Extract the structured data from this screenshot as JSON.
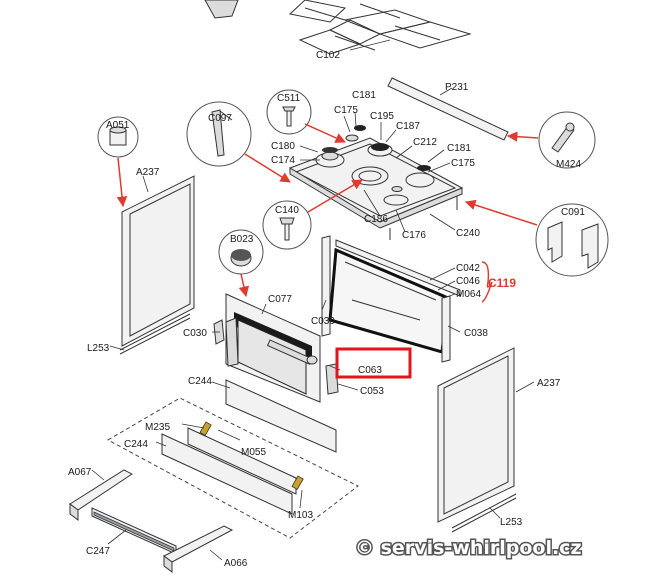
{
  "labels": {
    "c102": "C102",
    "p231": "P231",
    "a051": "A051",
    "c097": "C097",
    "c511": "C511",
    "c181_top": "C181",
    "c175_top": "C175",
    "c195": "C195",
    "c187": "C187",
    "c212": "C212",
    "c180": "C180",
    "c181_right": "C181",
    "c174": "C174",
    "c175_right": "C175",
    "m424": "M424",
    "a237_left": "A237",
    "c140": "C140",
    "c186": "C186",
    "c176": "C176",
    "c240": "C240",
    "c091": "C091",
    "b023": "B023",
    "c042": "C042",
    "c046": "C046",
    "m064": "M064",
    "c119": "C119",
    "c077": "C077",
    "c030": "C030",
    "c039": "C039",
    "c038": "C038",
    "l253_left": "L253",
    "c063": "C063",
    "a237_right": "A237",
    "c244_top": "C244",
    "c053": "C053",
    "m235": "M235",
    "c244_bottom": "C244",
    "m055": "M055",
    "a067": "A067",
    "m103": "M103",
    "l253_right": "L253",
    "c247": "C247",
    "a066": "A066"
  },
  "watermark": "© servis-whirlpool.cz",
  "colors": {
    "arrow": "#e03a2f",
    "highlight": "#e0161b",
    "group_label": "#e03a2f",
    "line": "#333333"
  },
  "highlighted_part": "C063"
}
